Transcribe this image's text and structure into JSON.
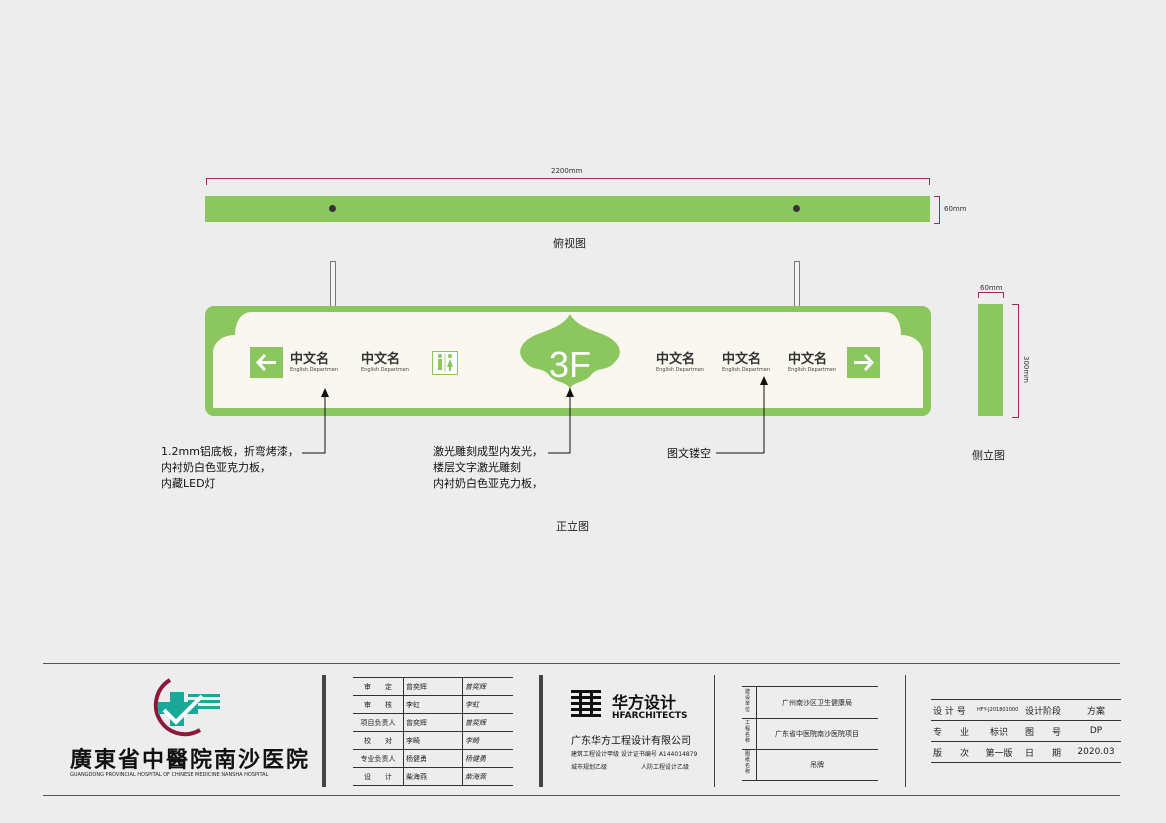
{
  "colors": {
    "green": "#8cc65e",
    "cream": "#f9f7f0",
    "dim": "#9c2b63"
  },
  "top_view": {
    "dimension": "2200mm",
    "thickness": "60mm",
    "caption": "俯视图"
  },
  "side_view": {
    "width": "60mm",
    "height": "300mm",
    "caption": "侧立图"
  },
  "front_view": {
    "caption": "正立图",
    "floor": "3F",
    "left_depts": [
      {
        "cn": "中文名",
        "en": "English Departmen"
      },
      {
        "cn": "中文名",
        "en": "English Departmen"
      }
    ],
    "right_depts": [
      {
        "cn": "中文名",
        "en": "English Departmen"
      },
      {
        "cn": "中文名",
        "en": "English Departmen"
      },
      {
        "cn": "中文名",
        "en": "English Departmen"
      }
    ],
    "left_arrow_icon": "arrow-left-icon",
    "right_arrow_icon": "arrow-right-icon",
    "restroom_icon": "restroom-icon"
  },
  "callouts": {
    "c1": [
      "1.2mm铝底板，折弯烤漆，",
      "内衬奶白色亚克力板，",
      "内藏LED灯"
    ],
    "c2": [
      "激光雕刻成型内发光，",
      "楼层文字激光雕刻",
      "内衬奶白色亚克力板，"
    ],
    "c3": [
      "图文镂空"
    ]
  },
  "title_block": {
    "hospital_name": "廣東省中醫院南沙医院",
    "hospital_en": "GUANGDONG PROVINCIAL HOSPITAL OF CHINESE MEDICINE NANSHA HOSPITAL",
    "approvals": [
      {
        "role": "审　　定",
        "name": "曾奕辉",
        "sig": "曾奕辉"
      },
      {
        "role": "审　　核",
        "name": "李虹",
        "sig": "李虹"
      },
      {
        "role": "项目负责人",
        "name": "曾奕辉",
        "sig": "曾奕辉"
      },
      {
        "role": "校　　对",
        "name": "李畸",
        "sig": "李畸"
      },
      {
        "role": "专业负责人",
        "name": "杨健勇",
        "sig": "杨健勇"
      },
      {
        "role": "设　　计",
        "name": "柴海燕",
        "sig": "柴海燕"
      }
    ],
    "firm_cn": "华方设计",
    "firm_en": "HFARCHITECTS",
    "firm_company": "广东华方工程设计有限公司",
    "firm_line1": "建筑工程设计甲级 设计证书编号 A144014879",
    "firm_line2a": "城市规划乙级",
    "firm_line2b": "人防工程设计乙级",
    "project_labels": [
      "建设单位",
      "工程名称",
      "图纸名称"
    ],
    "project_values": [
      "广州南沙区卫生健康局",
      "广东省中医院南沙医院项目",
      "吊牌"
    ],
    "info": [
      [
        "设 计 号",
        "HFY-J201801000",
        "设计阶段",
        "方案"
      ],
      [
        "专　　业",
        "标识",
        "图　　号",
        "DP"
      ],
      [
        "版　　次",
        "第一版",
        "日　　期",
        "2020.03"
      ]
    ]
  }
}
